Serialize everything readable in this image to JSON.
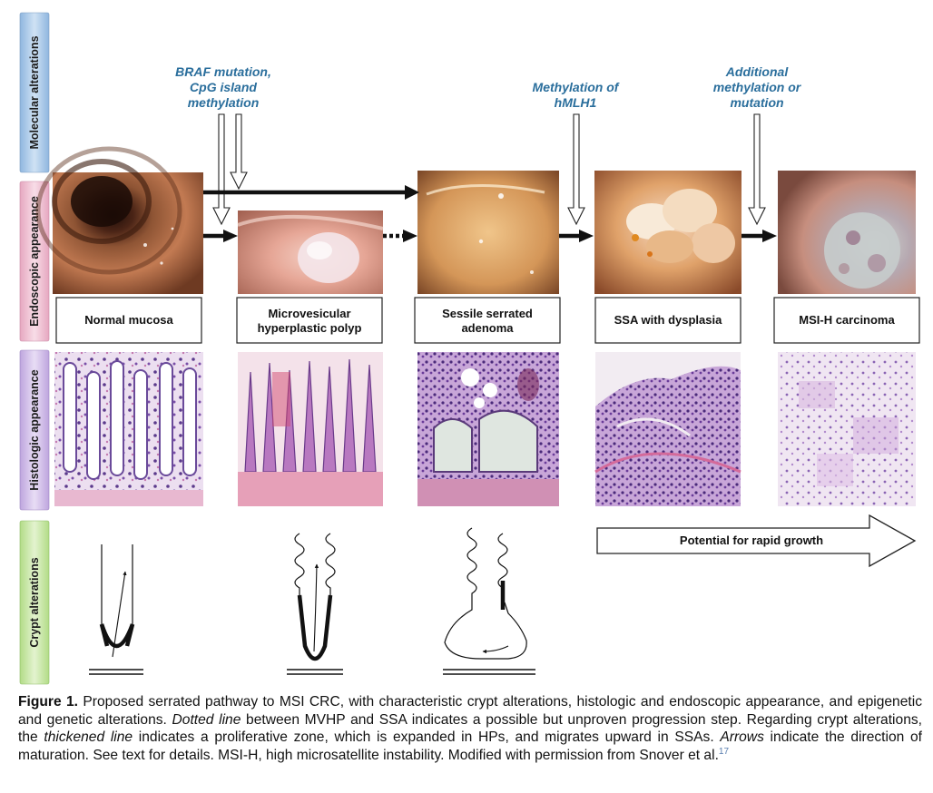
{
  "rows": {
    "molecular": "Molecular alterations",
    "endoscopic": "Endoscopic appearance",
    "histologic": "Histologic appearance",
    "crypt": "Crypt alterations"
  },
  "molecular_events": {
    "braf": [
      "BRAF mutation,",
      "CpG island",
      "methylation"
    ],
    "hmlh1": [
      "Methylation of",
      "hMLH1"
    ],
    "additional": [
      "Additional",
      "methylation or",
      "mutation"
    ]
  },
  "stages": [
    [
      "Normal mucosa"
    ],
    [
      "Microvesicular",
      "hyperplastic polyp"
    ],
    [
      "Sessile serrated",
      "adenoma"
    ],
    [
      "SSA with dysplasia"
    ],
    [
      "MSI-H carcinoma"
    ]
  ],
  "growth_arrow": "Potential for rapid growth",
  "caption": {
    "figure_label": "Figure 1.",
    "p1": " Proposed serrated pathway to MSI CRC, with characteristic crypt alterations, histologic and endoscopic appearance, and epigenetic and genetic alterations. ",
    "dotted_line": "Dotted line",
    "p2": " between MVHP and SSA indicates a possible but unproven progression step. Regarding crypt alterations, the ",
    "thickened_line": "thickened line",
    "p3": " indicates a proliferative zone, which is expanded in HPs, and migrates upward in SSAs. ",
    "arrows": "Arrows",
    "p4": " indicate the direction of maturation. See text for details. MSI-H, high microsatellite instability. Modified with permission from Snover et al.",
    "ref": "17"
  },
  "colors": {
    "molecular_band": "#b8d4ee",
    "endoscopic_band": "#f2c8d8",
    "histologic_band": "#d8c8ec",
    "crypt_band": "#d2ecb4",
    "annotation_text": "#2a6e9c"
  }
}
